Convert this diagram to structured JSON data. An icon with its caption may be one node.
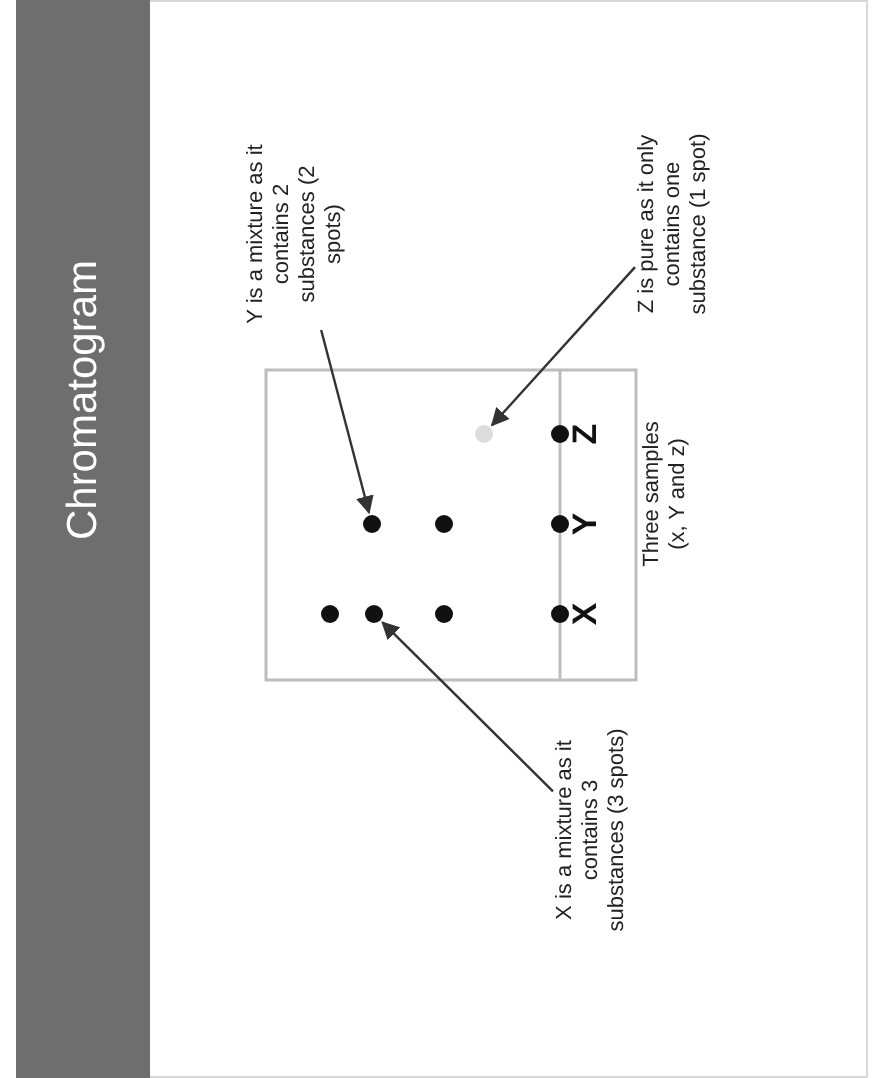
{
  "diagram": {
    "title": "Chromatogram",
    "nodes": [
      {
        "text": [
          "Y is a mixture as it contains 2 substances (2 spots)"
        ]
      },
      {
        "text": [
          "Z is pure as it only contains one substance (1 spot)"
        ]
      },
      {
        "text": [
          "X is a mixture as it contains 3 substances (3 spots)"
        ]
      },
      {
        "text": [],
        "shape": "circle"
      },
      {
        "text": [],
        "shape": "circle"
      },
      {
        "text": [],
        "shape": "circle"
      }
    ],
    "edges": [
      {
        "from": 0,
        "to": 3,
        "arrow": "to"
      },
      {
        "from": 1,
        "to": 4,
        "arrow": "to"
      },
      {
        "from": 2,
        "to": 5,
        "arrow": "to"
      }
    ],
    "labels": [
      "X",
      "Y",
      "Z",
      "Three samples (x, Y and z)"
    ]
  }
}
